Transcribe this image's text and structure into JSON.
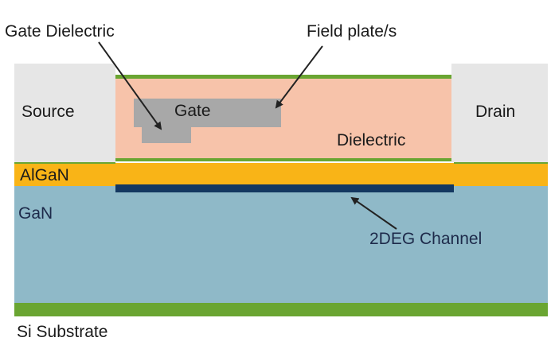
{
  "labels": {
    "gate_dielectric": "Gate Dielectric",
    "field_plates": "Field plate/s",
    "source": "Source",
    "gate": "Gate",
    "drain": "Drain",
    "dielectric": "Dielectric",
    "algan": "AlGaN",
    "gan": "GaN",
    "channel": "2DEG Channel",
    "substrate": "Si Substrate"
  },
  "colors": {
    "contact": "#e6e6e6",
    "dielectric": "#f7c3aa",
    "gate": "#a8a8a8",
    "passivation": "#6aa532",
    "algan": "#f9b417",
    "gan": "#8fb9c8",
    "channel": "#143861",
    "substrate": "#6aa532",
    "arrow": "#222222"
  }
}
